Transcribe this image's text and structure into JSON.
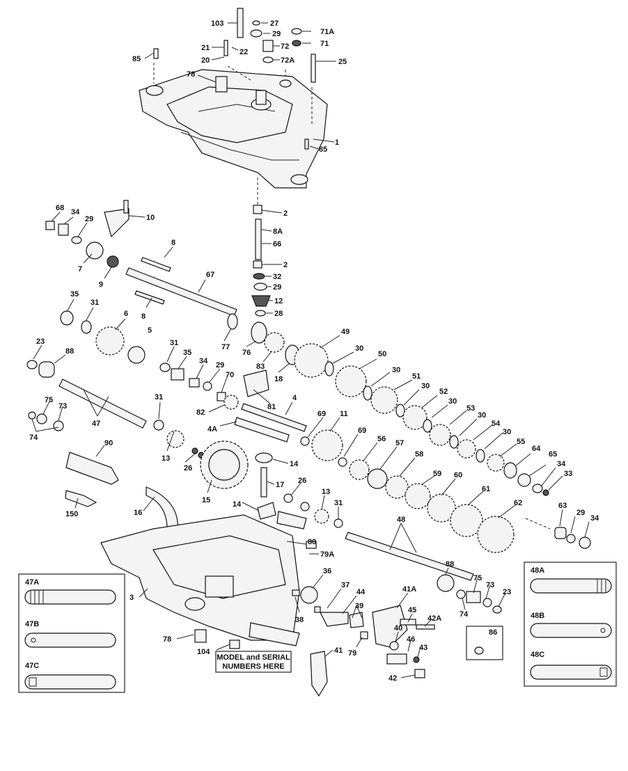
{
  "labels": {
    "l103": "103",
    "l27": "27",
    "l29a": "29",
    "l71A": "71A",
    "l71": "71",
    "l72": "72",
    "l72A": "72A",
    "l21": "21",
    "l22": "22",
    "l20": "20",
    "l25": "25",
    "l85a": "85",
    "l78a": "78",
    "l1": "1",
    "l85b": "85",
    "l2a": "2",
    "l8A": "8A",
    "l66": "66",
    "l2b": "2",
    "l32": "32",
    "l29b": "29",
    "l12": "12",
    "l28": "28",
    "l68": "68",
    "l34a": "34",
    "l29c": "29",
    "l10": "10",
    "l8a": "8",
    "l7": "7",
    "l9": "9",
    "l67": "67",
    "l35a": "35",
    "l31a": "31",
    "l6": "6",
    "l8b": "8",
    "l77": "77",
    "l76": "76",
    "l83": "83",
    "l18": "18",
    "l49": "49",
    "l30a": "30",
    "l50": "50",
    "l23a": "23",
    "l88a": "88",
    "l5": "5",
    "l31b": "31",
    "l35b": "35",
    "l34b": "34",
    "l29d": "29",
    "l70": "70",
    "l81": "81",
    "l4": "4",
    "l30b": "30",
    "l51": "51",
    "l30c": "30",
    "l52": "52",
    "l30d": "30",
    "l53": "53",
    "l30e": "30",
    "l54": "54",
    "l30f": "30",
    "l75a": "75",
    "l73a": "73",
    "l74a": "74",
    "l47": "47",
    "l31c": "31",
    "l82": "82",
    "l69a": "69",
    "l11": "11",
    "l4A": "4A",
    "l69b": "69",
    "l56": "56",
    "l57": "57",
    "l58": "58",
    "l55": "55",
    "l64": "64",
    "l65": "65",
    "l34c": "34",
    "l33": "33",
    "l90": "90",
    "l13a": "13",
    "l26a": "26",
    "l15": "15",
    "l14a": "14",
    "l17": "17",
    "l26b": "26",
    "l59": "59",
    "l60": "60",
    "l61": "61",
    "l62": "62",
    "l150": "150",
    "l16": "16",
    "l14b": "14",
    "l13b": "13",
    "l31d": "31",
    "l48": "48",
    "l63": "63",
    "l29e": "29",
    "l34d": "34",
    "l80": "80",
    "l79A": "79A",
    "l88b": "88",
    "l3": "3",
    "l36": "36",
    "l37": "37",
    "l44": "44",
    "l41A": "41A",
    "l39": "39",
    "l45": "45",
    "l42A": "42A",
    "l38": "38",
    "l75b": "75",
    "l73b": "73",
    "l74b": "74",
    "l23b": "23",
    "l86": "86",
    "l78b": "78",
    "l104": "104",
    "l40": "40",
    "l46": "46",
    "l43": "43",
    "l79": "79",
    "l41": "41",
    "l42": "42"
  },
  "plate": {
    "line1": "MODEL and SERIAL",
    "line2": "NUMBERS HERE"
  },
  "box_left": {
    "a": "47A",
    "b": "47B",
    "c": "47C"
  },
  "box_right": {
    "a": "48A",
    "b": "48B",
    "c": "48C"
  }
}
